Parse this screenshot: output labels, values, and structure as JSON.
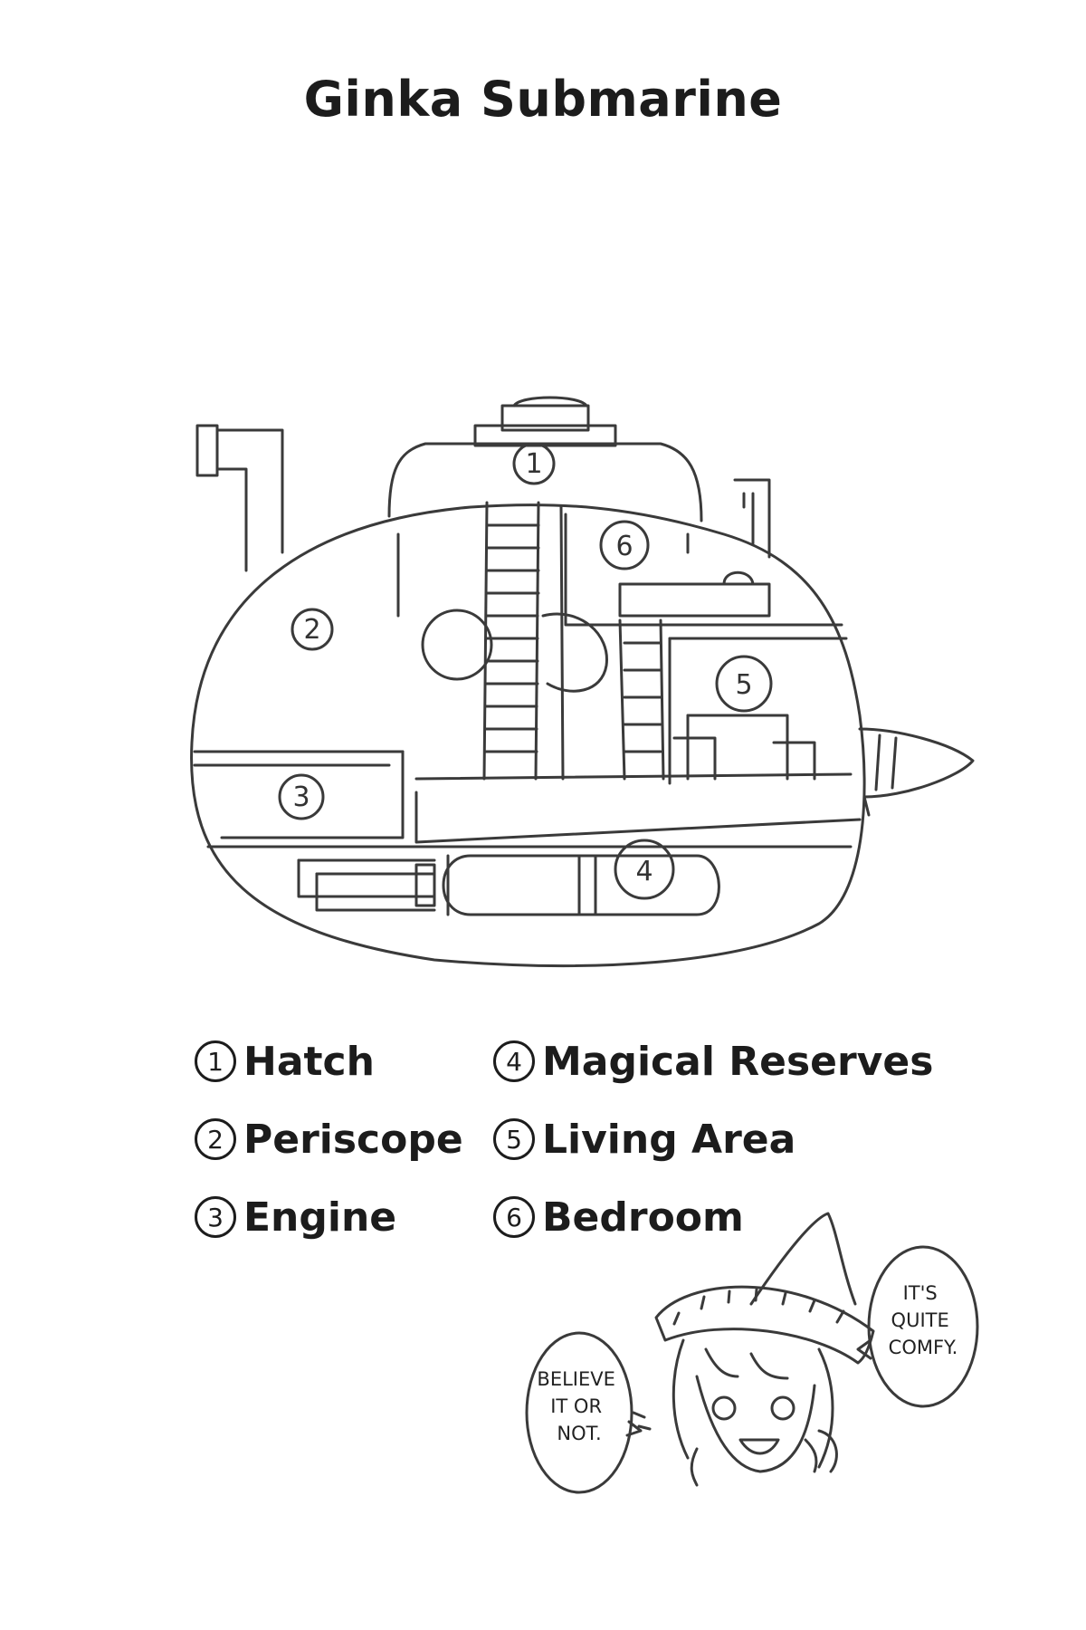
{
  "title": "Ginka Submarine",
  "diagram_labels": [
    "1",
    "2",
    "3",
    "4",
    "5",
    "6"
  ],
  "legend": [
    {
      "num": "1",
      "label": "Hatch"
    },
    {
      "num": "4",
      "label": "Magical Reserves"
    },
    {
      "num": "2",
      "label": "Periscope"
    },
    {
      "num": "5",
      "label": "Living Area"
    },
    {
      "num": "3",
      "label": "Engine"
    },
    {
      "num": "6",
      "label": "Bedroom"
    }
  ],
  "speech_left": [
    "BELIEVE",
    "IT OR",
    "NOT."
  ],
  "speech_right": [
    "IT'S",
    "QUITE",
    "COMFY."
  ]
}
